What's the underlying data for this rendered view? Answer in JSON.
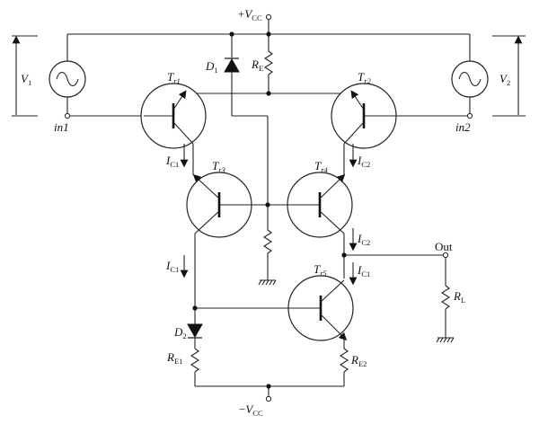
{
  "rails": {
    "vcc_top": {
      "sign": "+",
      "symbol": "V",
      "sub": "CC"
    },
    "vcc_bottom": {
      "sign": "−",
      "symbol": "V",
      "sub": "CC"
    }
  },
  "sources": {
    "v1": {
      "symbol": "V",
      "sub": "1",
      "terminal": "in1"
    },
    "v2": {
      "symbol": "V",
      "sub": "2",
      "terminal": "in2"
    }
  },
  "transistors": [
    {
      "id": "tr1",
      "symbol": "T",
      "sub": "r1"
    },
    {
      "id": "tr2",
      "symbol": "T",
      "sub": "r2"
    },
    {
      "id": "tr3",
      "symbol": "T",
      "sub": "r3"
    },
    {
      "id": "tr4",
      "symbol": "T",
      "sub": "r4"
    },
    {
      "id": "tr5",
      "symbol": "T",
      "sub": "r5"
    }
  ],
  "diodes": {
    "d1": {
      "symbol": "D",
      "sub": "1"
    },
    "d2": {
      "symbol": "D",
      "sub": "2"
    }
  },
  "resistors": {
    "re": {
      "symbol": "R",
      "sub": "E"
    },
    "re1": {
      "symbol": "R",
      "sub": "E1"
    },
    "re2": {
      "symbol": "R",
      "sub": "E2"
    },
    "rl": {
      "symbol": "R",
      "sub": "L"
    }
  },
  "currents": {
    "ic1_left_top": {
      "symbol": "I",
      "sub": "C1"
    },
    "ic2_right_top": {
      "symbol": "I",
      "sub": "C2"
    },
    "ic1_left_mid": {
      "symbol": "I",
      "sub": "C1"
    },
    "ic2_right_mid": {
      "symbol": "I",
      "sub": "C2"
    },
    "ic1_right_low": {
      "symbol": "I",
      "sub": "C1"
    }
  },
  "output": {
    "label": "Out"
  }
}
